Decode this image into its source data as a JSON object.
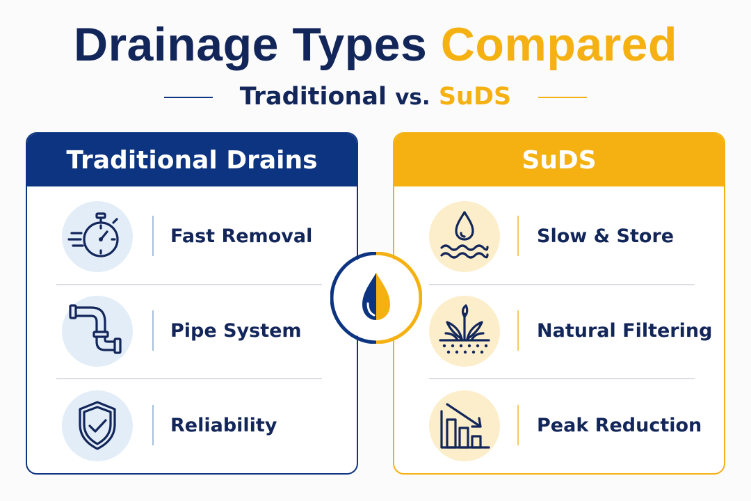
{
  "title": {
    "part1": "Drainage Types",
    "part2": "Compared"
  },
  "subtitle": {
    "left": "Traditional",
    "vs": "vs.",
    "right": "SuDS"
  },
  "traditional": {
    "heading": "Traditional Drains",
    "items": [
      {
        "label": "Fast Removal",
        "icon": "stopwatch-icon"
      },
      {
        "label": "Pipe System",
        "icon": "pipe-icon"
      },
      {
        "label": "Reliability",
        "icon": "shield-check-icon"
      }
    ]
  },
  "suds": {
    "heading": "SuDS",
    "items": [
      {
        "label": "Slow & Store",
        "icon": "water-drop-waves-icon"
      },
      {
        "label": "Natural Filtering",
        "icon": "plant-soil-icon"
      },
      {
        "label": "Peak Reduction",
        "icon": "bar-chart-down-icon"
      }
    ]
  },
  "center_icon": "half-drop-icon",
  "colors": {
    "navy": "#0d3480",
    "text_navy": "#13265a",
    "gold": "#f5b111",
    "light_blue_circle": "#e3edf8",
    "light_gold_circle": "#fdeecb",
    "gray_rule": "#dcdde2",
    "blue_vsep": "#a7bedd",
    "gold_vsep": "#f5ca5e"
  }
}
